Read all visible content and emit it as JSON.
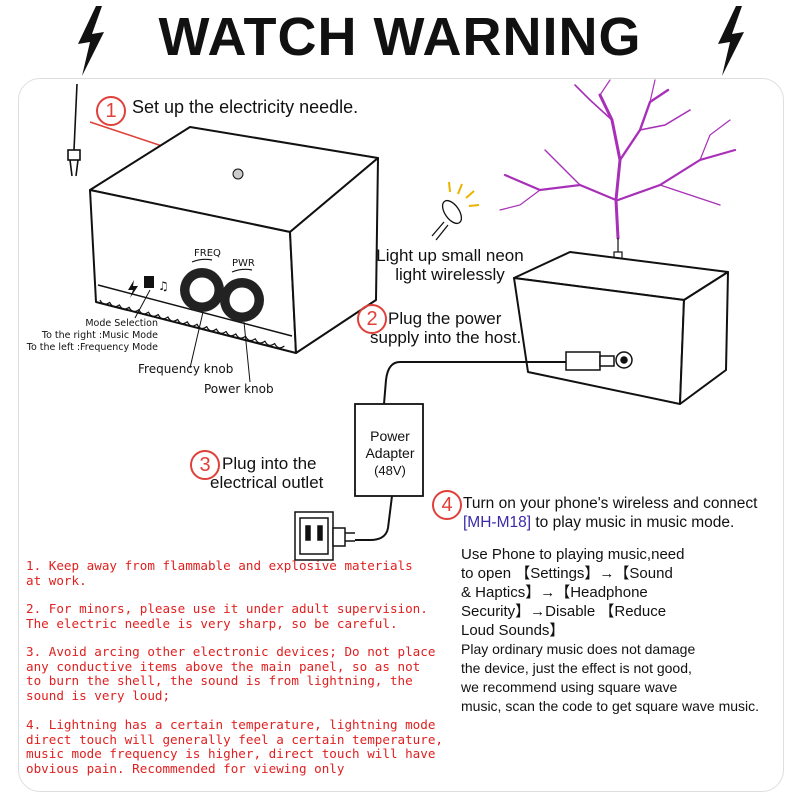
{
  "title": "WATCH WARNING",
  "steps": [
    {
      "num": "1",
      "text": "Set up the electricity needle."
    },
    {
      "num": "2",
      "line1": "Plug the power",
      "line2": "supply into the host."
    },
    {
      "num": "3",
      "line1": "Plug into the",
      "line2": "electrical outlet"
    },
    {
      "num": "4",
      "line1": "Turn on your phone's  wireless and connect",
      "line2_code": "[MH-M18]",
      "line2_rest": " to play music in music mode."
    }
  ],
  "labels": {
    "neon_line1": "Light up small neon",
    "neon_line2": "light wirelessly",
    "freq": "FREQ",
    "pwr": "PWR",
    "mode_title": "Mode Selection",
    "mode_right": "To the right :Music Mode",
    "mode_left": "To the left :Frequency Mode",
    "frequency_knob": "Frequency knob",
    "power_knob": "Power knob",
    "adapter_line1": "Power",
    "adapter_line2": "Adapter",
    "adapter_line3": "(48V)"
  },
  "warnings": [
    "1. Keep away from flammable and explosive materials\nat work.",
    "2. For minors, please use it under adult supervision.\nThe electric needle is very sharp, so be careful.",
    "3. Avoid arcing other electronic devices; Do not place\nany conductive items above the main panel, so as not\nto burn the shell, the sound is from lightning, the\nsound is very loud;",
    "4. Lightning has a certain temperature, lightning mode\ndirect touch will generally feel a certain temperature,\nmusic mode frequency is higher, direct touch will have\nobvious pain. Recommended for viewing only"
  ],
  "instructions": [
    "Use  Phone to playing music,need",
    " to open 【Settings】→【Sound",
    " & Haptics】→【Headphone",
    "Security】→Disable 【Reduce",
    "Loud Sounds】",
    "Play ordinary music does not damage",
    "the device, just the effect  is not  good,",
    " we  recommend using square wave",
    "music, scan the code to get square wave music."
  ],
  "colors": {
    "accent": "#e0403a",
    "warning_text": "#e02020",
    "code_text": "#3a2aa8",
    "arc": "#a830b8"
  }
}
